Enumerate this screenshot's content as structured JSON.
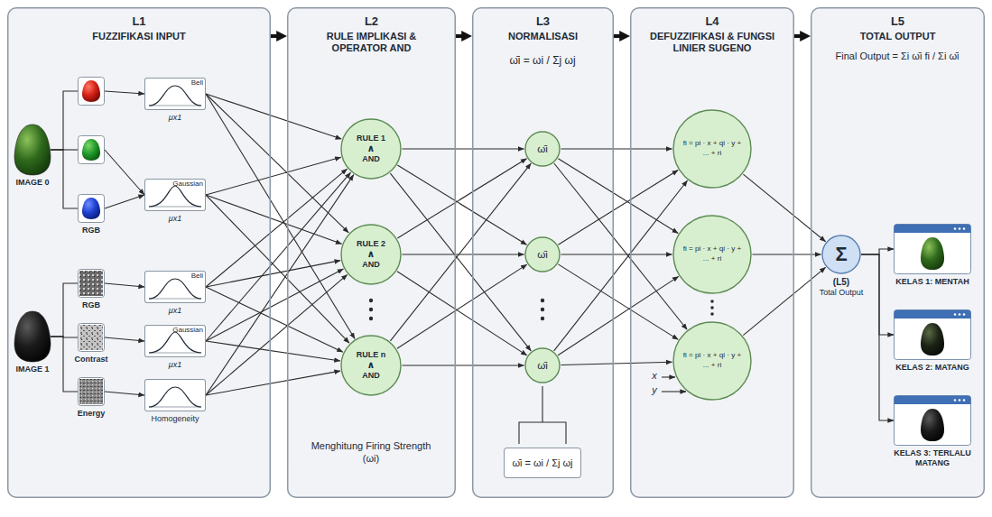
{
  "diagram": {
    "nodes": [
      {
        "text": [
          "L1",
          "FUZZIFIKASI INPUT"
        ]
      },
      {
        "text": [
          "IMAGE 0"
        ],
        "in": 0
      },
      {
        "text": [
          "RGB"
        ],
        "in": 0
      },
      {
        "text": [
          "IMAGE 1"
        ],
        "in": 0
      },
      {
        "text": [
          "RGB"
        ],
        "in": 0
      },
      {
        "text": [
          "Contrast"
        ],
        "in": 0
      },
      {
        "text": [
          "Energy"
        ],
        "in": 0
      },
      {
        "text": [
          "Bell",
          "μx1"
        ],
        "in": 0
      },
      {
        "text": [
          "Gaussian",
          "μx1"
        ],
        "in": 0
      },
      {
        "text": [
          "Bell",
          "μx1"
        ],
        "in": 0
      },
      {
        "text": [
          "Gaussian",
          "μx1"
        ],
        "in": 0
      },
      {
        "text": [
          "Homogeneity"
        ],
        "in": 0
      },
      {
        "text": [
          "L2",
          "RULE IMPLIKASI & OPERATOR AND"
        ]
      },
      {
        "text": [
          "RULE 1",
          "∧",
          "AND"
        ],
        "in": 12
      },
      {
        "text": [
          "RULE 2",
          "∧",
          "AND"
        ],
        "in": 12
      },
      {
        "text": [
          "RULE n",
          "∧",
          "AND"
        ],
        "in": 12
      },
      {
        "text": [
          "L3",
          "NORMALISASI"
        ]
      },
      {
        "text": [
          "ω̄i"
        ],
        "in": 16
      },
      {
        "text": [
          "ω̄i"
        ],
        "in": 16
      },
      {
        "text": [
          "ω̄i"
        ],
        "in": 16
      },
      {
        "text": [
          "ω̄i = ωi / Σj ωj"
        ],
        "in": 16
      },
      {
        "text": [
          "L4",
          "DEFUZZIFIKASI & FUNGSI LINIER SUGENO"
        ]
      },
      {
        "text": [
          "fi = pi · x + qi · y + ... + ri"
        ],
        "in": 21
      },
      {
        "text": [
          "fi = pi · x + qi · y + ... + ri"
        ],
        "in": 21
      },
      {
        "text": [
          "fi = pi · x + qi · y + ... + ri"
        ],
        "in": 21
      },
      {
        "text": [
          "L5",
          "TOTAL OUTPUT"
        ]
      },
      {
        "text": [
          "Σ",
          "(L5)",
          "Total Output"
        ],
        "in": 25
      },
      {
        "text": [
          "KELAS 1: MENTAH"
        ],
        "in": 25
      },
      {
        "text": [
          "KELAS 2: MATANG"
        ],
        "in": 25
      },
      {
        "text": [
          "KELAS 3: TERLALU MATANG"
        ],
        "in": 25
      }
    ],
    "edges": [
      {
        "from": 0,
        "to": 12,
        "arrow": "to"
      },
      {
        "from": 12,
        "to": 16,
        "arrow": "to"
      },
      {
        "from": 16,
        "to": 21,
        "arrow": "to"
      },
      {
        "from": 21,
        "to": 25,
        "arrow": "to"
      },
      {
        "from": 1,
        "to": 2,
        "arrow": "none"
      },
      {
        "from": 3,
        "to": 4,
        "arrow": "none"
      },
      {
        "from": 3,
        "to": 5,
        "arrow": "none"
      },
      {
        "from": 3,
        "to": 6,
        "arrow": "none"
      },
      {
        "from": 2,
        "to": 8,
        "arrow": "to"
      },
      {
        "from": 4,
        "to": 9,
        "arrow": "to"
      },
      {
        "from": 5,
        "to": 10,
        "arrow": "to"
      },
      {
        "from": 6,
        "to": 11,
        "arrow": "to"
      },
      {
        "from": 7,
        "to": 13,
        "arrow": "to"
      },
      {
        "from": 7,
        "to": 14,
        "arrow": "to"
      },
      {
        "from": 7,
        "to": 15,
        "arrow": "to"
      },
      {
        "from": 8,
        "to": 13,
        "arrow": "to"
      },
      {
        "from": 8,
        "to": 14,
        "arrow": "to"
      },
      {
        "from": 8,
        "to": 15,
        "arrow": "to"
      },
      {
        "from": 9,
        "to": 13,
        "arrow": "to"
      },
      {
        "from": 9,
        "to": 14,
        "arrow": "to"
      },
      {
        "from": 9,
        "to": 15,
        "arrow": "to"
      },
      {
        "from": 10,
        "to": 13,
        "arrow": "to"
      },
      {
        "from": 10,
        "to": 14,
        "arrow": "to"
      },
      {
        "from": 10,
        "to": 15,
        "arrow": "to"
      },
      {
        "from": 11,
        "to": 13,
        "arrow": "to"
      },
      {
        "from": 11,
        "to": 14,
        "arrow": "to"
      },
      {
        "from": 11,
        "to": 15,
        "arrow": "to"
      },
      {
        "from": 13,
        "to": 17,
        "arrow": "to"
      },
      {
        "from": 13,
        "to": 18,
        "arrow": "to"
      },
      {
        "from": 13,
        "to": 19,
        "arrow": "to"
      },
      {
        "from": 14,
        "to": 17,
        "arrow": "to"
      },
      {
        "from": 14,
        "to": 18,
        "arrow": "to"
      },
      {
        "from": 14,
        "to": 19,
        "arrow": "to"
      },
      {
        "from": 15,
        "to": 17,
        "arrow": "to"
      },
      {
        "from": 15,
        "to": 18,
        "arrow": "to"
      },
      {
        "from": 15,
        "to": 19,
        "arrow": "to"
      },
      {
        "from": 17,
        "to": 22,
        "arrow": "to"
      },
      {
        "from": 17,
        "to": 23,
        "arrow": "to"
      },
      {
        "from": 17,
        "to": 24,
        "arrow": "to"
      },
      {
        "from": 18,
        "to": 22,
        "arrow": "to"
      },
      {
        "from": 18,
        "to": 23,
        "arrow": "to"
      },
      {
        "from": 18,
        "to": 24,
        "arrow": "to"
      },
      {
        "from": 19,
        "to": 22,
        "arrow": "to"
      },
      {
        "from": 19,
        "to": 23,
        "arrow": "to"
      },
      {
        "from": 19,
        "to": 24,
        "arrow": "to"
      },
      {
        "from": 22,
        "to": 26,
        "arrow": "to"
      },
      {
        "from": 23,
        "to": 26,
        "arrow": "to"
      },
      {
        "from": 24,
        "to": 26,
        "arrow": "to"
      },
      {
        "from": 26,
        "to": 27,
        "arrow": "to"
      },
      {
        "from": 26,
        "to": 28,
        "arrow": "to"
      },
      {
        "from": 26,
        "to": 29,
        "arrow": "to"
      }
    ],
    "labels": [
      "ω̄i = ωi / Σj ωj",
      "Menghitung Firing Strength (ωi)",
      "x",
      "y",
      "Final Output = Σi ω̄i fi / Σi ω̄i"
    ]
  }
}
